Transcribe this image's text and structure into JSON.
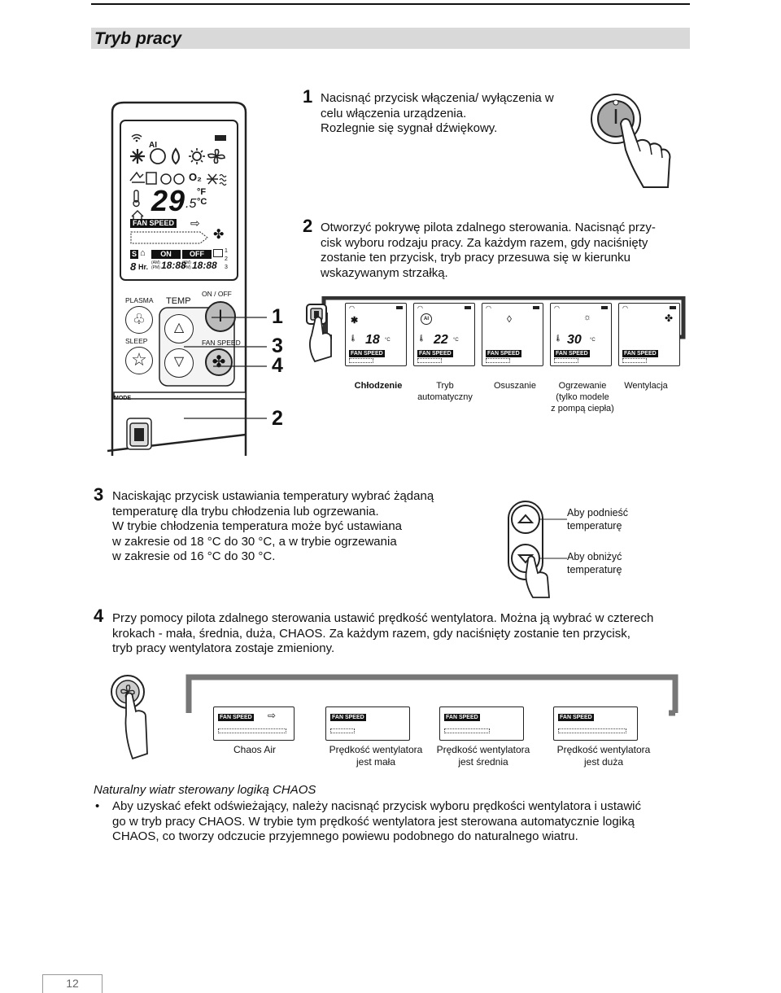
{
  "header": {
    "title": "Tryb pracy"
  },
  "step1": {
    "number": "1",
    "lines": [
      "Nacisnąć przycisk włączenia/ wyłączenia w",
      "celu włączenia urządzenia.",
      "Rozlegnie się sygnał dźwiękowy."
    ]
  },
  "step2": {
    "number": "2",
    "lines": [
      "Otworzyć pokrywę pilota zdalnego sterowania. Nacisnąć przy-",
      "cisk wyboru rodzaju pracy. Za każdym razem, gdy naciśnięty",
      "zostanie ten przycisk, tryb pracy przesuwa się w kierunku",
      "wskazywanym strzałką."
    ]
  },
  "remote": {
    "on_off": "ON / OFF",
    "plasma": "PLASMA",
    "temp": "TEMP",
    "sleep": "SLEEP",
    "fan_speed": "FAN SPEED",
    "mode": "MODE",
    "lcd_temp": "29",
    "lcd_temp_decimal": ".5",
    "lcd_f": "°F",
    "lcd_c": "°C",
    "lcd_fan_speed": "FAN SPEED",
    "lcd_on": "ON",
    "lcd_off": "OFF",
    "lcd_s": "S",
    "lcd_hr": "Hr.",
    "lcd_time1": "18:88",
    "lcd_time2": "18:88",
    "lcd_am": "(AM)",
    "lcd_pm": "(PM)",
    "lcd_o2": "O₂",
    "lcd_ai": "AI",
    "lcd_side": [
      "1",
      "2",
      "3"
    ],
    "callouts": [
      "1",
      "3",
      "4",
      "2"
    ]
  },
  "modes": {
    "panels": [
      {
        "temp": "",
        "unit": "",
        "fan": "FAN SPEED",
        "label": [
          "Chłodzenie"
        ]
      },
      {
        "temp": "22",
        "unit": "°C",
        "fan": "FAN SPEED",
        "label": [
          "Tryb",
          "automatyczny"
        ]
      },
      {
        "temp": "",
        "unit": "",
        "fan": "FAN SPEED",
        "label": [
          "Osuszanie"
        ]
      },
      {
        "temp": "30",
        "unit": "°C",
        "fan": "FAN SPEED",
        "label": [
          "Ogrzewanie",
          "(tylko modele",
          "z pompą ciepła)"
        ]
      },
      {
        "temp": "",
        "unit": "",
        "fan": "FAN SPEED",
        "label": [
          "Wentylacja"
        ]
      }
    ],
    "cool_temp": "18",
    "cool_unit": "°C",
    "ai": "AI"
  },
  "step3": {
    "number": "3",
    "lines": [
      "Naciskając przycisk ustawiania temperatury wybrać żądaną",
      "temperaturę dla trybu chłodzenia lub ogrzewania.",
      "W trybie chłodzenia temperatura może być ustawiana",
      "w zakresie od 18 °C do 30 °C, a w trybie ogrzewania",
      "w zakresie od 16 °C do 30 °C."
    ],
    "up_label": [
      "Aby podnieść",
      "temperaturę"
    ],
    "down_label": [
      "Aby obniżyć",
      "temperaturę"
    ]
  },
  "step4": {
    "number": "4",
    "lines": [
      "Przy pomocy pilota zdalnego sterowania ustawić prędkość wentylatora. Można ją wybrać w czterech",
      "krokach - mała, średnia, duża, CHAOS. Za każdym razem, gdy naciśnięty zostanie ten przycisk,",
      "tryb pracy wentylatora zostaje zmieniony."
    ],
    "fan_panels": [
      {
        "tag": "FAN SPEED",
        "label": [
          "Chaos Air"
        ]
      },
      {
        "tag": "FAN SPEED",
        "label": [
          "Prędkość wentylatora",
          "jest mała"
        ]
      },
      {
        "tag": "FAN SPEED",
        "label": [
          "Prędkość wentylatora",
          "jest średnia"
        ]
      },
      {
        "tag": "FAN SPEED",
        "label": [
          "Prędkość wentylatora",
          "jest duża"
        ]
      }
    ]
  },
  "chaos": {
    "heading": "Naturalny wiatr sterowany logiką CHAOS",
    "bullet": "•",
    "lines": [
      "Aby uzyskać efekt odświeżający, należy nacisnąć przycisk wyboru prędkości  wentylatora i ustawić",
      "go w tryb pracy CHAOS. W trybie tym prędkość wentylatora jest sterowana automatycznie logiką",
      "CHAOS, co tworzy odczucie przyjemnego powiewu podobnego do naturalnego wiatru."
    ]
  },
  "footer": {
    "page": "12"
  }
}
